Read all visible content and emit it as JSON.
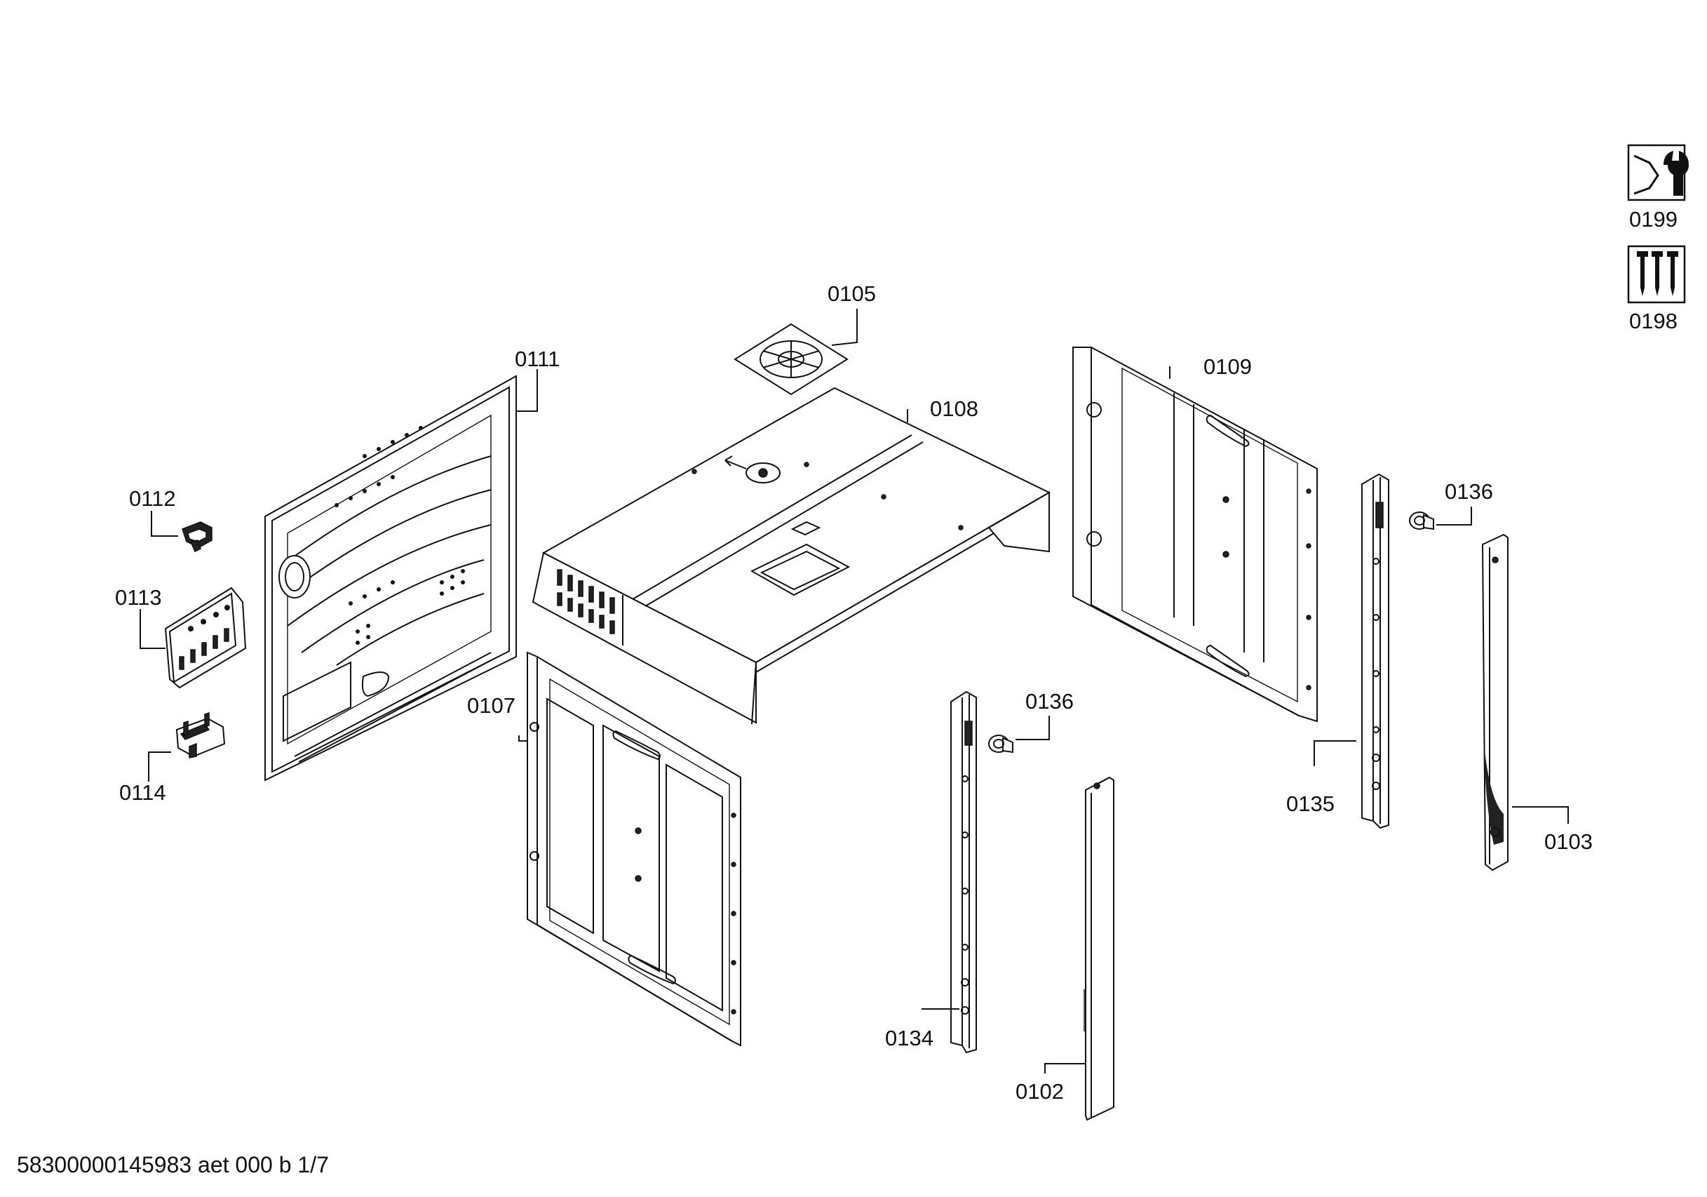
{
  "document_id": "58300000145983 aet 000 b 1/7",
  "icons": [
    {
      "code": "0199",
      "name": "tool-wrench-icon"
    },
    {
      "code": "0198",
      "name": "screws-icon"
    }
  ],
  "parts": {
    "p0105": "0105",
    "p0108": "0108",
    "p0109": "0109",
    "p0111": "0111",
    "p0112": "0112",
    "p0113": "0113",
    "p0114": "0114",
    "p0107": "0107",
    "p0136a": "0136",
    "p0136b": "0136",
    "p0135": "0135",
    "p0103": "0103",
    "p0134": "0134",
    "p0102": "0102"
  }
}
